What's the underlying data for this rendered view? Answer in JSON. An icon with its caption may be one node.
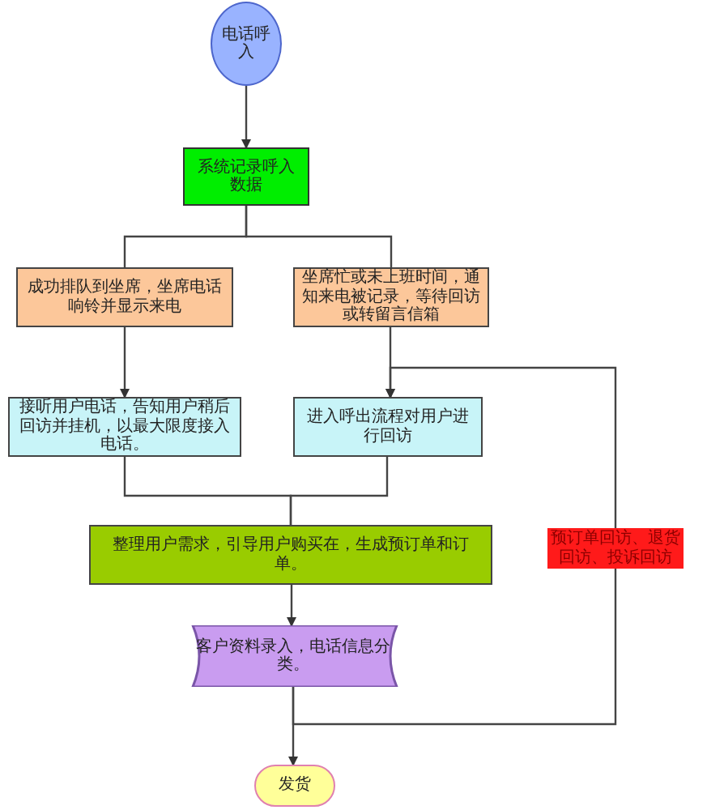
{
  "diagram": {
    "nodes": [
      {
        "text": [
          "电话呼入"
        ]
      },
      {
        "text": [
          "系统记录呼入数据"
        ]
      },
      {
        "text": [
          "成功排队到坐席，坐席电话响铃并显示来电"
        ]
      },
      {
        "text": [
          "坐席忙或未上班时间，通知来电被记录，等待回访或转留言信箱"
        ]
      },
      {
        "text": [
          "接听用户电话，告知用户稍后回访并挂机，以最大限度接入电话。"
        ]
      },
      {
        "text": [
          "进入呼出流程对用户进行回访"
        ]
      },
      {
        "text": [
          "整理用户需求，引导用户购买在，生成预订单和订单。"
        ]
      },
      {
        "text": [
          "客户资料录入，电话信息分类。"
        ]
      },
      {
        "text": [
          "发货"
        ]
      }
    ],
    "edges": [
      {
        "from": 0,
        "to": 1,
        "arrow": "to"
      },
      {
        "from": 1,
        "to": 2,
        "arrow": "none"
      },
      {
        "from": 1,
        "to": 3,
        "arrow": "none"
      },
      {
        "from": 2,
        "to": 4,
        "arrow": "to"
      },
      {
        "from": 3,
        "to": 5,
        "arrow": "to"
      },
      {
        "from": 4,
        "to": 6,
        "arrow": "none"
      },
      {
        "from": 5,
        "to": 6,
        "arrow": "none"
      },
      {
        "from": 6,
        "to": 7,
        "arrow": "to"
      },
      {
        "from": 7,
        "to": 8,
        "arrow": "to"
      },
      {
        "from": 7,
        "to": 5,
        "arrow": "to",
        "label": "预订单回访、退货回访、投诉回访"
      }
    ]
  }
}
